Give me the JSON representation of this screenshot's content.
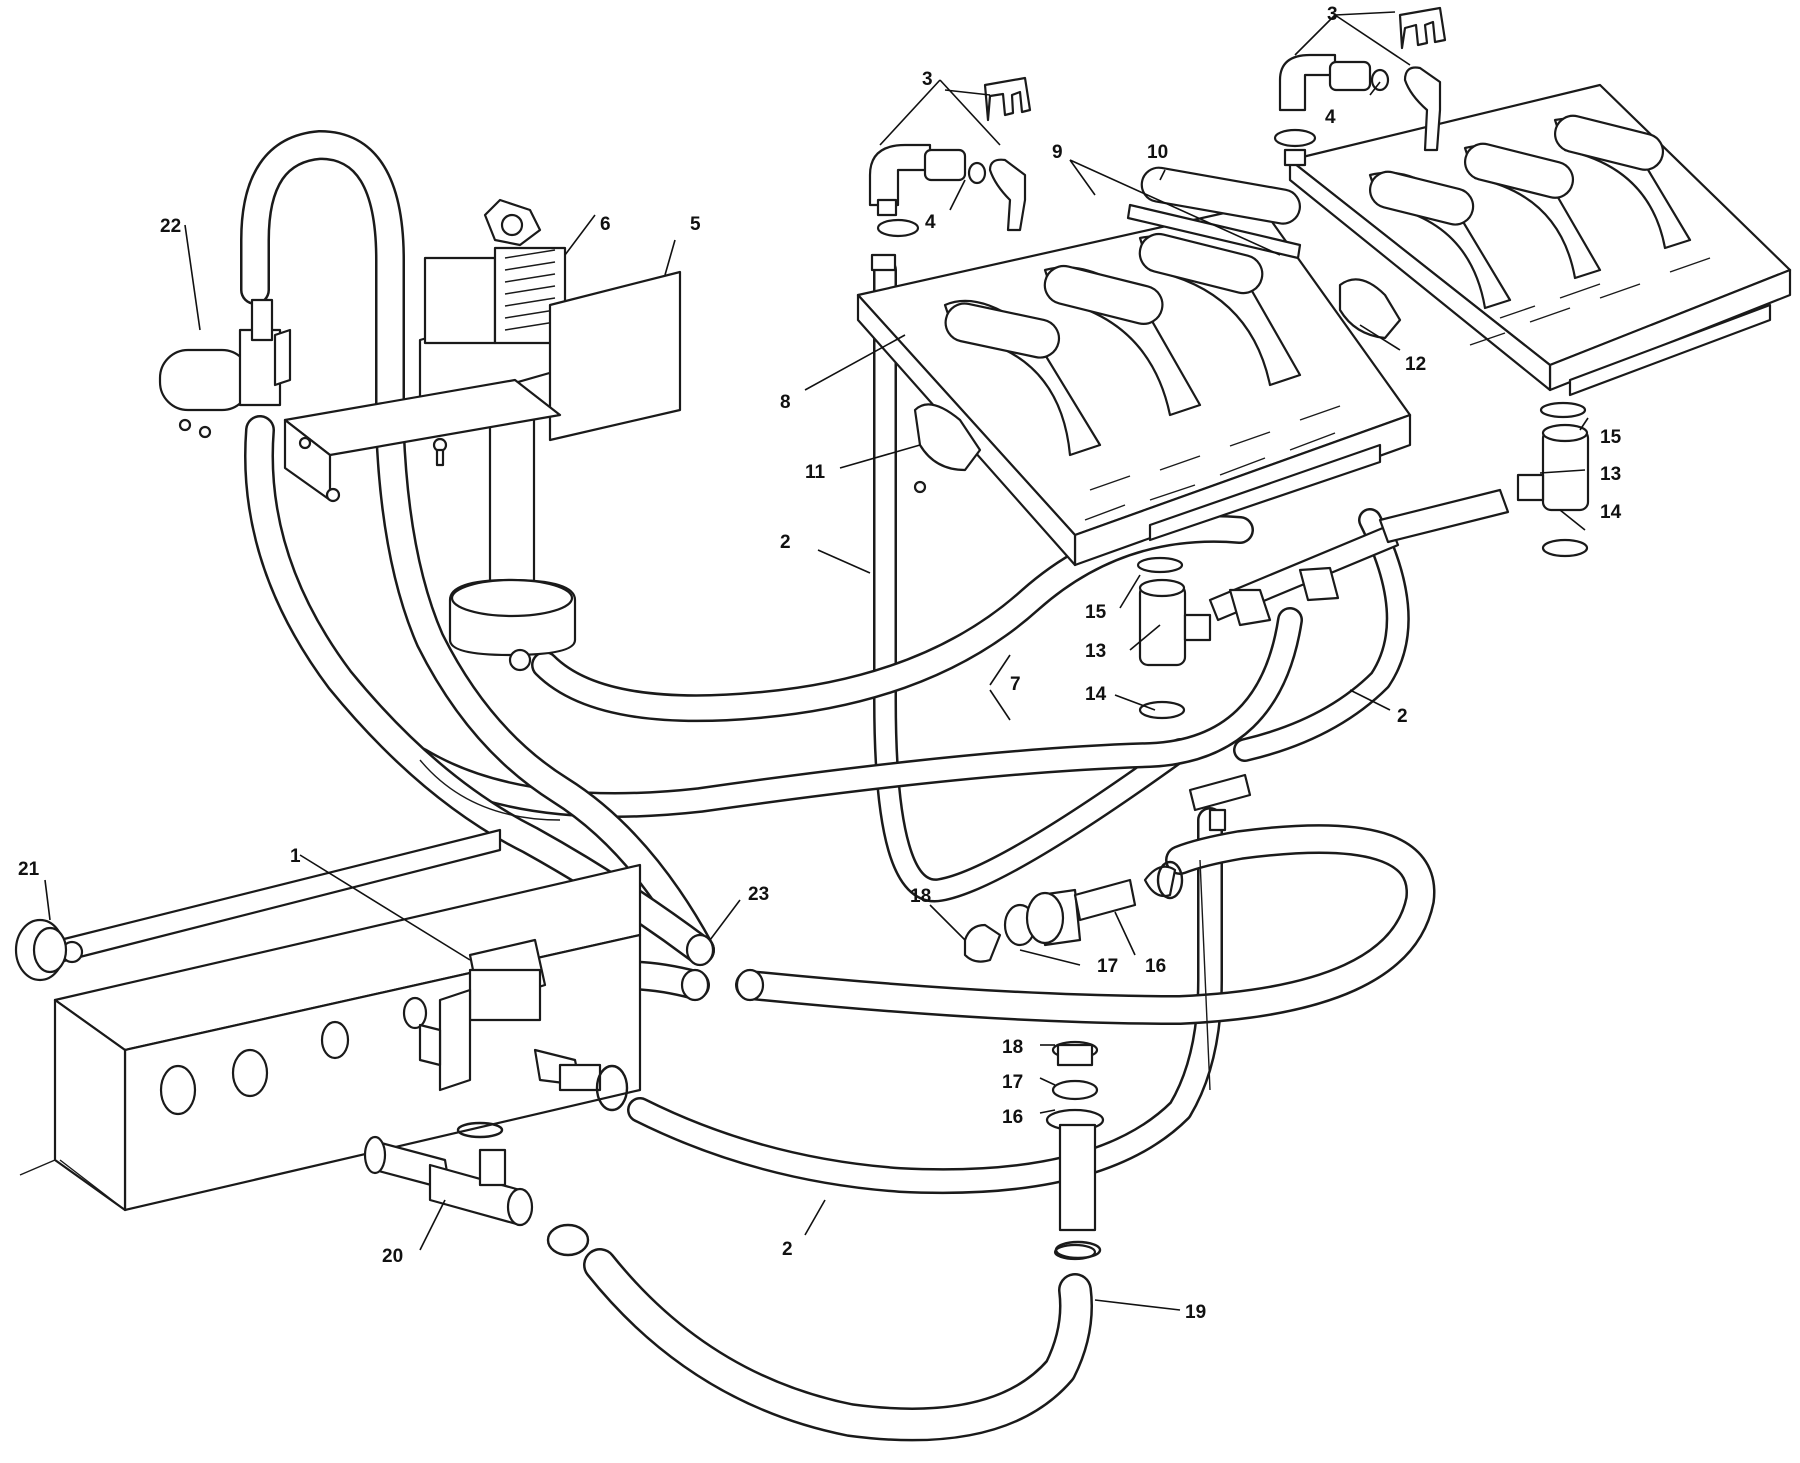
{
  "labels": {
    "l1": "1",
    "l2a": "2",
    "l2b": "2",
    "l2c": "2",
    "l3a": "3",
    "l3b": "3",
    "l4a": "4",
    "l4b": "4",
    "l5": "5",
    "l6": "6",
    "l7": "7",
    "l8": "8",
    "l9": "9",
    "l10": "10",
    "l11": "11",
    "l12": "12",
    "l13a": "13",
    "l13b": "13",
    "l14a": "14",
    "l14b": "14",
    "l15a": "15",
    "l15b": "15",
    "l16a": "16",
    "l16b": "16",
    "l17a": "17",
    "l17b": "17",
    "l18a": "18",
    "l18b": "18",
    "l19": "19",
    "l20": "20",
    "l21": "21",
    "l22": "22",
    "l23": "23"
  },
  "colors": {
    "line": "#1a1a1a",
    "background": "#ffffff"
  }
}
